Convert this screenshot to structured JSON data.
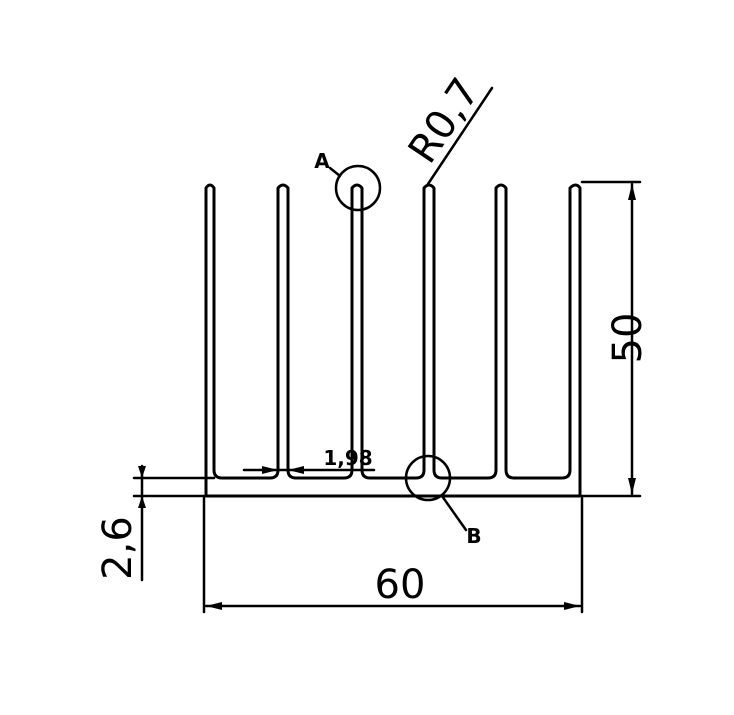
{
  "drawing": {
    "colors": {
      "line": "#000000",
      "background": "#ffffff"
    },
    "dimensions": {
      "width": "60",
      "height": "50",
      "base_thickness": "2,6",
      "fin_thickness": "1,98",
      "fin_radius": "R0,7"
    },
    "details": {
      "detail_a": "A",
      "detail_b": "B"
    }
  }
}
